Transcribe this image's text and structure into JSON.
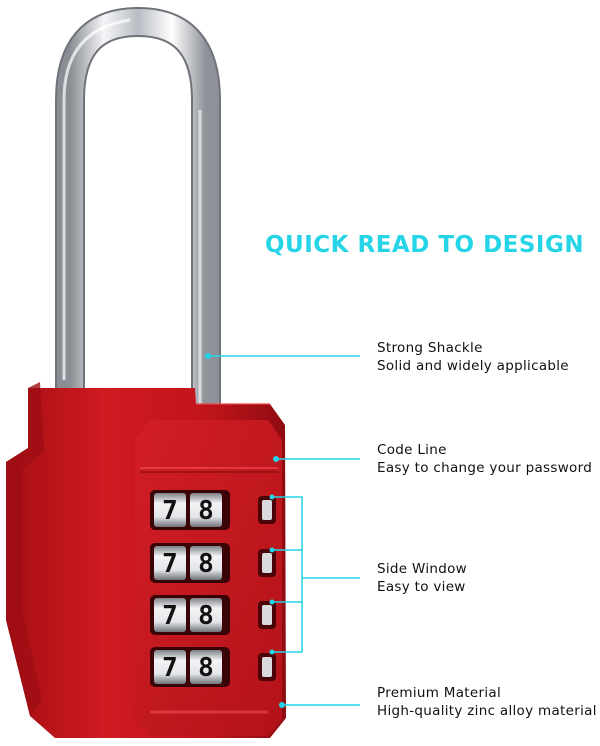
{
  "headline": "QUICK READ TO DESIGN",
  "colors": {
    "accent": "#25d4e6",
    "lock_body": "#c4161c",
    "shackle": "#c9ccd1"
  },
  "dial_digits": [
    [
      "7",
      "8"
    ],
    [
      "7",
      "8"
    ],
    [
      "7",
      "8"
    ],
    [
      "7",
      "8"
    ]
  ],
  "features": [
    {
      "title": "Strong Shackle",
      "desc": "Solid and widely applicable"
    },
    {
      "title": "Code Line",
      "desc": "Easy to change your password"
    },
    {
      "title": "Side Window",
      "desc": "Easy to view"
    },
    {
      "title": "Premium Material",
      "desc": "High-quality zinc alloy material"
    }
  ]
}
